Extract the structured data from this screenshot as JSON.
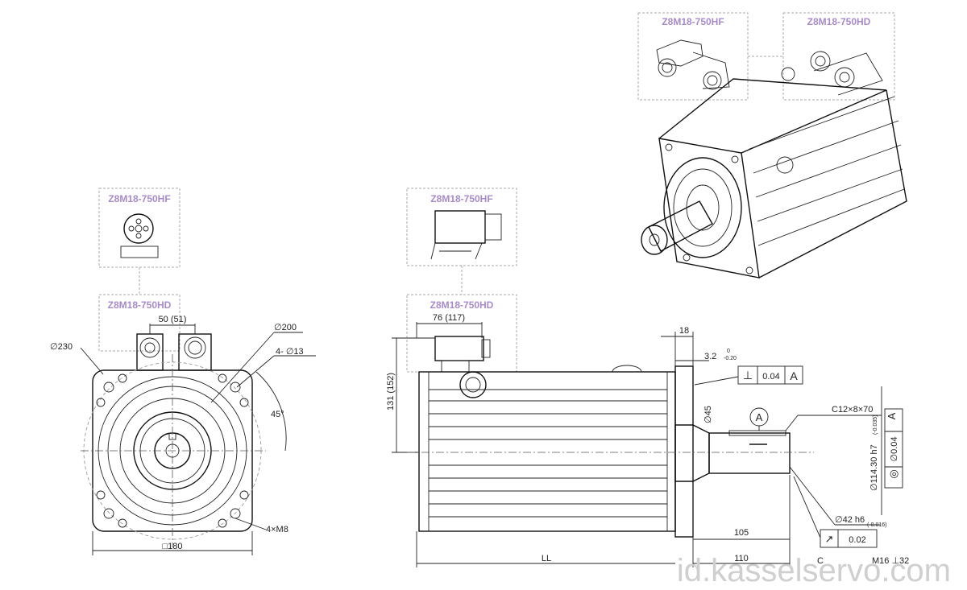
{
  "connectors": {
    "front_hf": "Z8M18-750HF",
    "front_hd": "Z8M18-750HD",
    "side_hf": "Z8M18-750HF",
    "side_hd": "Z8M18-750HD",
    "iso_hf": "Z8M18-750HF",
    "iso_hd": "Z8M18-750HD"
  },
  "front_view": {
    "dim_connector_spacing": "50 (51)",
    "dim_pitch_circle": "∅230",
    "dim_spigot": "∅200",
    "dim_holes": "4- ∅13",
    "dim_angle": "45°",
    "dim_tapped": "4×M8",
    "dim_square": "□180"
  },
  "side_view": {
    "dim_connector_offset": "76 (117)",
    "dim_height": "131 (152)",
    "dim_flange": "18",
    "dim_spigot_depth": "3.2",
    "dim_spigot_tol_upper": "0",
    "dim_spigot_tol_lower": "-0.20",
    "dim_shaft_shoulder": "∅45",
    "dim_keyway": "C12×8×70",
    "datum": "A",
    "dim_spigot_dia": "∅114.30 h7",
    "dim_spigot_dia_tol": "(-0.035)",
    "dim_shaft_dia": "∅42 h6",
    "dim_shaft_tol": "(-0.016)",
    "dim_key_length": "105",
    "dim_shaft_length": "110",
    "dim_body_length": "LL",
    "dim_thread": "M16 ⊥32",
    "label_c": "C",
    "tol_perpendicular": {
      "symbol": "⊥",
      "value": "0.04",
      "datum": "A"
    },
    "tol_concentric": {
      "symbol": "◎",
      "value": "∅0.04",
      "datum": "A"
    },
    "tol_runout": {
      "symbol": "↗",
      "value": "0.02"
    }
  },
  "watermark": "id.kasselservo.com"
}
